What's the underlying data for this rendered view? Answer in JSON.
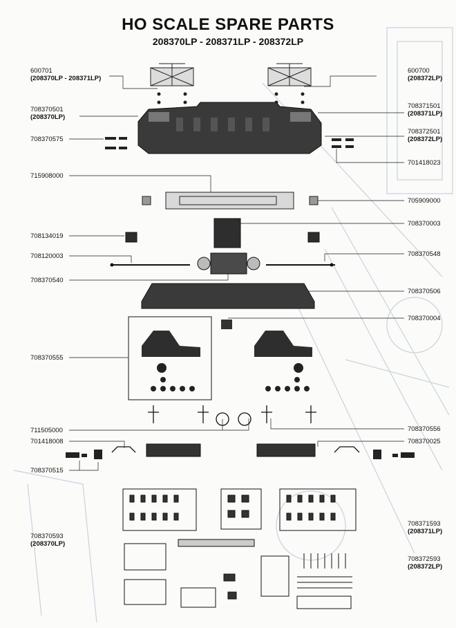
{
  "header": {
    "title": "HO SCALE SPARE PARTS",
    "subtitle": "208370LP - 208371LP - 208372LP"
  },
  "labels": {
    "l600701": "600701",
    "l600701_models": "(208370LP - 208371LP)",
    "l600700": "600700",
    "l600700_models": "(208372LP)",
    "l708370501": "708370501",
    "l708370501_model": "(208370LP)",
    "l708371501": "708371501",
    "l708371501_model": "(208371LP)",
    "l708372501": "708372501",
    "l708372501_model": "(208372LP)",
    "l708370575": "708370575",
    "l701418023": "701418023",
    "l715908000": "715908000",
    "l705909000": "705909000",
    "l708370003": "708370003",
    "l708134019": "708134019",
    "l708120003": "708120003",
    "l708370548": "708370548",
    "l708370540": "708370540",
    "l708370506": "708370506",
    "l708370004": "708370004",
    "l708370555": "708370555",
    "l711505000": "711505000",
    "l708370556": "708370556",
    "l701418008": "701418008",
    "l708370025": "708370025",
    "l708370515": "708370515",
    "l708370593": "708370593",
    "l708370593_model": "(208370LP)",
    "l708371593": "708371593",
    "l708371593_model": "(208371LP)",
    "l708372593": "708372593",
    "l708372593_model": "(208372LP)"
  },
  "colors": {
    "ink": "#111111",
    "part": "#2a2a2a",
    "faint": "#c8d2df",
    "line": "#1a1a1a"
  }
}
